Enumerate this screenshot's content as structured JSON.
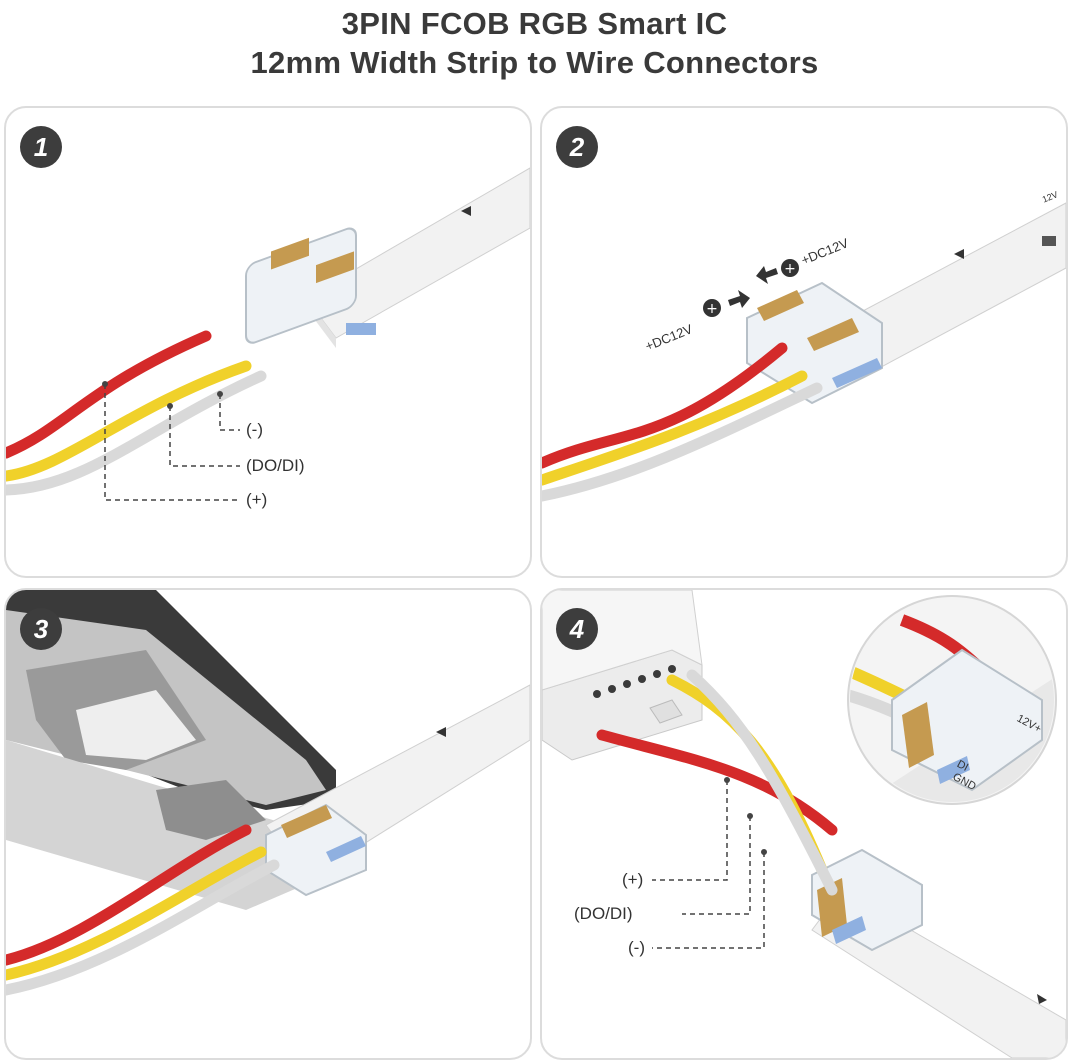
{
  "title": {
    "line1": "3PIN FCOB RGB Smart IC",
    "line2": "12mm Width Strip to Wire Connectors"
  },
  "steps": [
    {
      "number": "1",
      "labels": {
        "minus": "(-)",
        "data": "(DO/DI)",
        "plus": "(+)"
      }
    },
    {
      "number": "2",
      "voltage_left": "+DC12V",
      "voltage_right": "+DC12V",
      "strip_mark": "12V"
    },
    {
      "number": "3"
    },
    {
      "number": "4",
      "labels": {
        "plus": "(+)",
        "data": "(DO/DI)",
        "minus": "(-)"
      },
      "connector_marks": {
        "v": "12V+",
        "di": "DI",
        "gnd": "GND"
      }
    }
  ],
  "colors": {
    "red_wire": "#d42a2a",
    "yellow_wire": "#f0d12a",
    "white_wire": "#d9d9d9",
    "badge": "#3d3d3d"
  }
}
